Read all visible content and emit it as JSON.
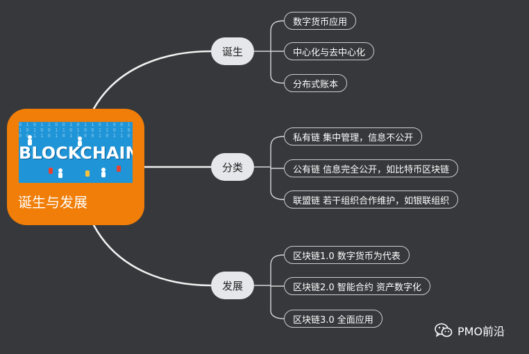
{
  "root": {
    "banner_text": "BLOCKCHAIN",
    "title": "诞生与发展"
  },
  "branches": [
    {
      "label": "诞生",
      "leaves": [
        "数字货币应用",
        "中心化与去中心化",
        "分布式账本"
      ]
    },
    {
      "label": "分类",
      "leaves": [
        "私有链 集中管理，信息不公开",
        "公有链 信息完全公开，如比特币区块链",
        "联盟链 若干组织合作维护，如银联组织"
      ]
    },
    {
      "label": "发展",
      "leaves": [
        "区块链1.0 数字货币为代表",
        "区块链2.0 智能合约 资产数字化",
        "区块链3.0 全面应用"
      ]
    }
  ],
  "watermark": {
    "text": "PMO前沿",
    "icon": "wechat-icon"
  },
  "colors": {
    "background": "#36383b",
    "root": "#f07e08",
    "branch": "#e6e7ea",
    "line": "#f2f2f2",
    "leaf_border": "#cfcfcf"
  }
}
